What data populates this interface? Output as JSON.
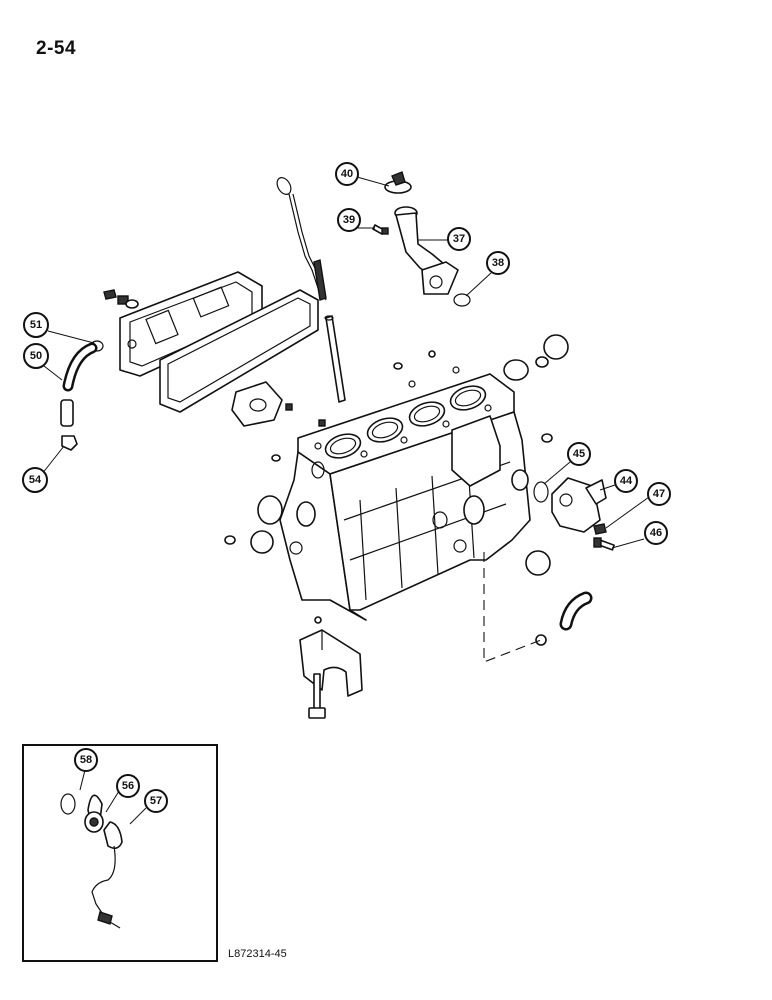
{
  "page": {
    "number": "2-54",
    "figure_code": "L872314-45"
  },
  "callouts": {
    "c37": "37",
    "c38": "38",
    "c39": "39",
    "c40": "40",
    "c44": "44",
    "c45": "45",
    "c46": "46",
    "c47": "47",
    "c50": "50",
    "c51": "51",
    "c54": "54",
    "c56": "56",
    "c57": "57",
    "c58": "58"
  }
}
